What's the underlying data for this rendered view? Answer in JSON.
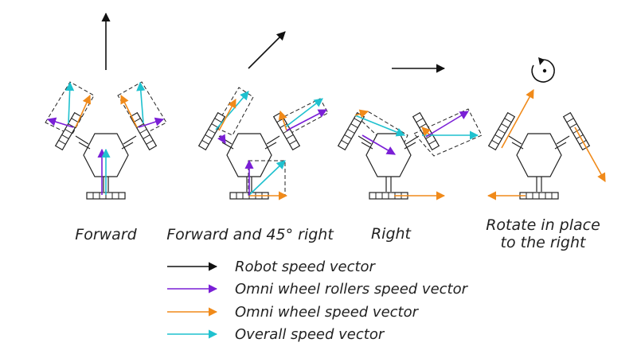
{
  "colors": {
    "robot": "#111111",
    "rollers": "#7a1fd6",
    "wheel": "#f08a1a",
    "overall": "#1fc1cf"
  },
  "panels": [
    {
      "caption": "Forward"
    },
    {
      "caption": "Forward and 45° right"
    },
    {
      "caption": "Right"
    },
    {
      "caption_line1": "Rotate in place",
      "caption_line2": "to the right"
    }
  ],
  "legend": [
    {
      "label": "Robot speed vector",
      "color_key": "robot"
    },
    {
      "label": "Omni wheel rollers speed vector",
      "color_key": "rollers"
    },
    {
      "label": "Omni wheel speed vector",
      "color_key": "wheel"
    },
    {
      "label": "Overall speed vector",
      "color_key": "overall"
    }
  ]
}
